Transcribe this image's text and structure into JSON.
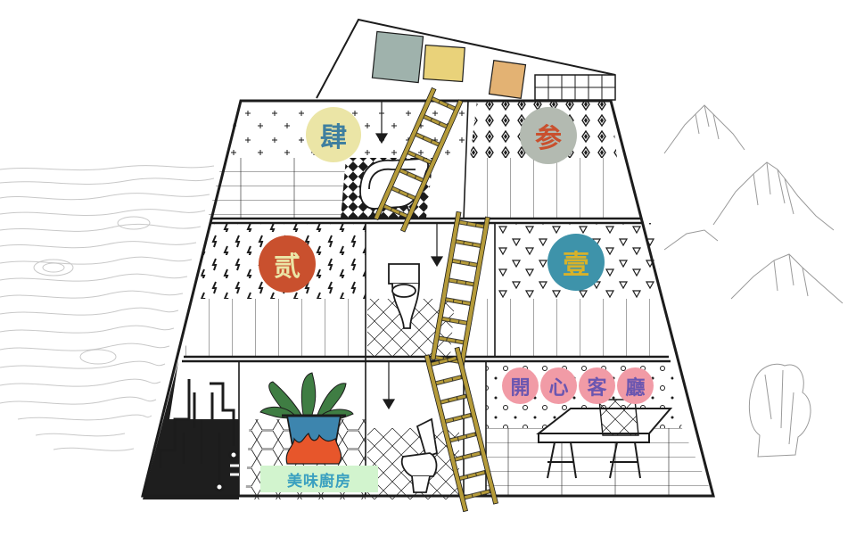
{
  "colors": {
    "ink": "#1c1c1c",
    "paper": "#ffffff",
    "ladder": "#b59b3a",
    "floor_dark": "#1e1e1e",
    "badge_cream": "#ebe5a6",
    "badge_red": "#c9502e",
    "badge_gray": "#b3bab1",
    "badge_teal": "#3e93aa",
    "badge_blue_text": "#3f7f9f",
    "badge_red_text": "#c9502e",
    "badge_gold_text": "#d7b22a",
    "chip_pink": "#f19ba6",
    "chip_text": "#6b56b0",
    "kitchen_bg": "#d2f4ce",
    "kitchen_text": "#3aa0c0",
    "pot": "#3d85ae",
    "flame": "#e7562b",
    "plant": "#3f7d43",
    "towel_gray": "#9fb2ac",
    "towel_yellow": "#e9d27a",
    "towel_orange": "#e3b273"
  },
  "floors": [
    {
      "level": 4,
      "badge": "肆"
    },
    {
      "level": 3,
      "badge": "参"
    },
    {
      "level": 2,
      "badge": "贰"
    },
    {
      "level": 1,
      "badge": "壹"
    }
  ],
  "rooms": {
    "living_room": {
      "chars": [
        "開",
        "心",
        "客",
        "廳"
      ]
    },
    "kitchen": {
      "label": "美味廚房"
    }
  },
  "icons": [
    "ladder-icon",
    "bathtub-icon",
    "toilet-icon",
    "ping-pong-table-icon",
    "potted-plant-icon",
    "pipes-icon",
    "mountain-icon",
    "laundry-line-icon",
    "pendant-lamp-icon"
  ]
}
